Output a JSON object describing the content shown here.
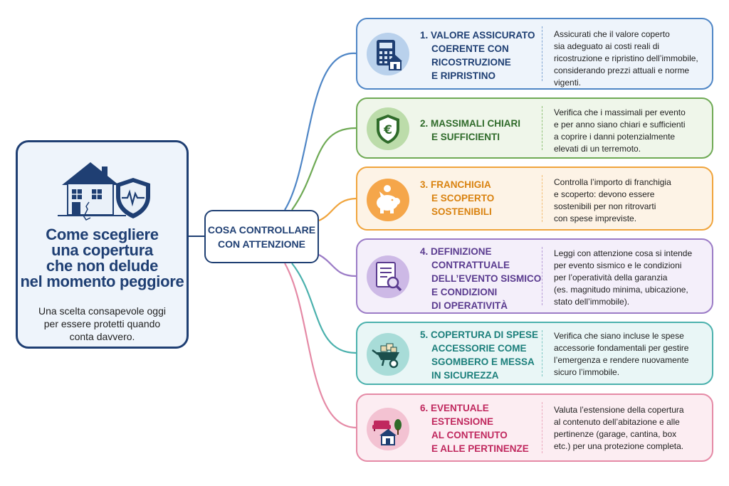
{
  "main": {
    "title_lines": [
      "Come scegliere",
      "una copertura",
      "che non delude",
      "nel momento peggiore"
    ],
    "subtitle_lines": [
      "Una scelta consapevole oggi",
      "per essere protetti quando",
      "conta davvero."
    ],
    "icons": [
      "house-icon",
      "shield-heartbeat-icon"
    ]
  },
  "center": {
    "label_lines": [
      "COSA CONTROLLARE",
      "CON ATTENZIONE"
    ]
  },
  "items": [
    {
      "icon": "calculator-house-icon",
      "color": "#4f86c6",
      "title_lines": [
        "1. VALORE ASSICURATO",
        "COERENTE CON",
        "RICOSTRUZIONE",
        "E RIPRISTINO"
      ],
      "desc_lines": [
        "Assicurati che il valore coperto",
        "sia adeguato ai costi reali di",
        "ricostruzione e ripristino dell’immobile,",
        "considerando prezzi attuali e norme",
        "vigenti."
      ]
    },
    {
      "icon": "euro-shield-icon",
      "color": "#6faa55",
      "title_lines": [
        "2. MASSIMALI CHIARI",
        "E SUFFICIENTI"
      ],
      "desc_lines": [
        "Verifica che i massimali per evento",
        "e per anno siano chiari e sufficienti",
        "a coprire i danni potenzialmente",
        "elevati di un terremoto."
      ]
    },
    {
      "icon": "piggy-bank-icon",
      "color": "#f0a43c",
      "title_lines": [
        "3. FRANCHIGIA",
        "E SCOPERTO",
        "SOSTENIBILI"
      ],
      "desc_lines": [
        "Controlla l’importo di franchigia",
        "e scoperto: devono essere",
        "sostenibili per non ritrovarti",
        "con spese impreviste."
      ]
    },
    {
      "icon": "document-magnifier-icon",
      "color": "#9b7bc6",
      "title_lines": [
        "4. DEFINIZIONE",
        "CONTRATTUALE",
        "DELL’EVENTO SISMICO",
        "E CONDIZIONI",
        "DI OPERATIVITÀ"
      ],
      "desc_lines": [
        "Leggi con attenzione cosa si intende",
        "per evento sismico e le condizioni",
        "per l’operatività della garanzia",
        "(es. magnitudo minima, ubicazione,",
        "stato dell’immobile)."
      ]
    },
    {
      "icon": "wheelbarrow-icon",
      "color": "#4bb1ad",
      "title_lines": [
        "5. COPERTURA DI SPESE",
        "ACCESSORIE COME",
        "SGOMBERO E MESSA",
        "IN SICUREZZA"
      ],
      "desc_lines": [
        "Verifica che siano incluse le spese",
        "accessorie fondamentali per gestire",
        "l’emergenza e rendere nuovamente",
        "sicuro l’immobile."
      ]
    },
    {
      "icon": "sofa-house-tree-icon",
      "color": "#e58aa6",
      "title_lines": [
        "6. EVENTUALE",
        "ESTENSIONE",
        "AL CONTENUTO",
        "E ALLE PERTINENZE"
      ],
      "desc_lines": [
        "Valuta l’estensione della copertura",
        "al contenuto dell’abitazione e alle",
        "pertinenze (garage, cantina, box",
        "etc.) per una protezione completa."
      ]
    }
  ]
}
